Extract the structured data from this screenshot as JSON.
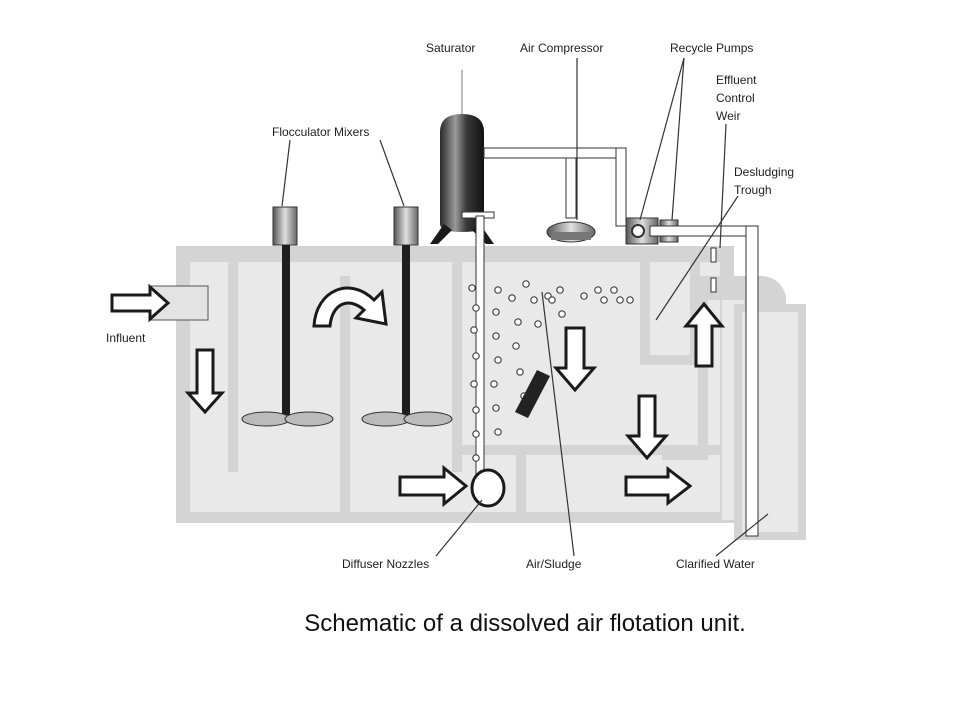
{
  "labels": {
    "saturator": "Saturator",
    "air_compressor": "Air Compressor",
    "recycle_pumps": "Recycle Pumps",
    "effluent_control_weir": [
      "Effluent",
      "Control",
      "Weir"
    ],
    "flocculator_mixers": "Flocculator Mixers",
    "desludging_trough": [
      "Desludging",
      "Trough"
    ],
    "influent": "Influent",
    "diffuser_nozzles": "Diffuser Nozzles",
    "air_sludge": "Air/Sludge",
    "clarified_water": "Clarified Water"
  },
  "caption": "Schematic of a dissolved air flotation unit.",
  "colors": {
    "tank_wall": "#d4d4d4",
    "water": "#e9e9e9",
    "equipment_dark": "#2a2a2a",
    "line": "#333333"
  }
}
